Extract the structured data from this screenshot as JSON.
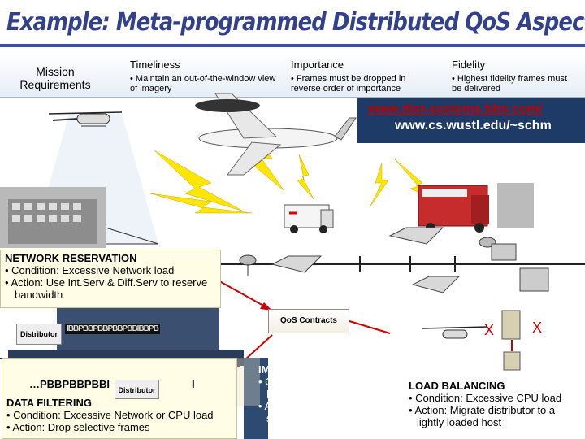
{
  "title": "Example: Meta-programmed Distributed QoS Aspects",
  "requirements": {
    "label": "Mission Requirements",
    "columns": [
      {
        "heading": "Timeliness",
        "text": "• Maintain an out-of-the-window view of imagery"
      },
      {
        "heading": "Importance",
        "text": "• Frames must be dropped in reverse order of importance"
      },
      {
        "heading": "Fidelity",
        "text": "• Highest fidelity frames must be delivered"
      }
    ]
  },
  "links": {
    "url1": "www.dist-systems.bbn.com/",
    "url2": "www.cs.wustl.edu/~schm"
  },
  "network_reservation": {
    "title": "NETWORK RESERVATION",
    "condition": "• Condition: Excessive Network load",
    "action": "• Action: Use Int.Serv & Diff.Serv to reserve bandwidth"
  },
  "qos_contracts": "QoS Contracts",
  "distributor_label": "Distributor",
  "packet_stream": "IBBPBBPBBPBBPBBIBBPB",
  "packet_stream_short": "…PBBPBBPBBI",
  "marker_i": "I",
  "data_filtering": {
    "title": "DATA FILTERING",
    "condition": "• Condition: Excessive Network or CPU load",
    "action": "• Action: Drop selective frames"
  },
  "image_manipulation": {
    "title": "IMAGE MANIPULATION",
    "condition": "• Condition: Excessive Network load",
    "action": "• Action: Scale image to smaller size"
  },
  "load_balancing": {
    "title": "LOAD BALANCING",
    "condition": "• Condition: Excessive CPU load",
    "action": "• Action: Migrate distributor to a lightly loaded host"
  },
  "x_mark": "X",
  "colors": {
    "title": "#33418c",
    "lightning": "#ffe600",
    "link": "#c00000",
    "box_bg": "#fffde6",
    "arrow_red": "#cc0000"
  }
}
